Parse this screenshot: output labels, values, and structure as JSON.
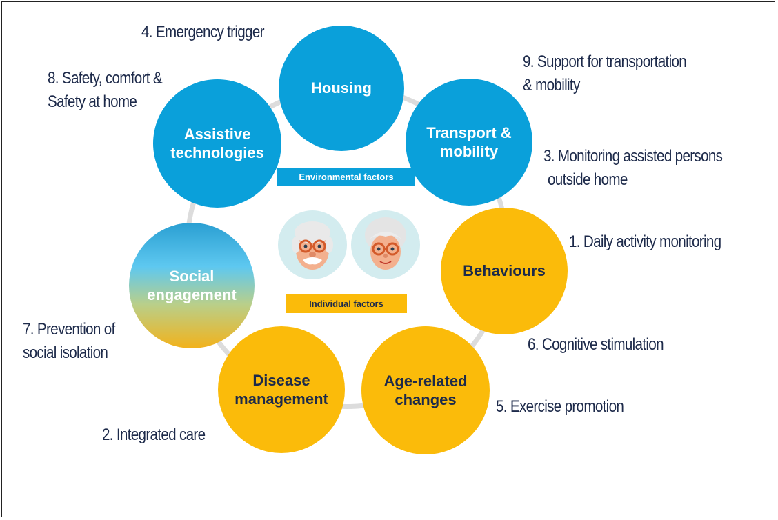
{
  "circles": {
    "housing": "Housing",
    "transport_line1": "Transport &",
    "transport_line2": "mobility",
    "assistive_line1": "Assistive",
    "assistive_line2": "technologies",
    "behaviours": "Behaviours",
    "age_line1": "Age-related",
    "age_line2": "changes",
    "disease_line1": "Disease",
    "disease_line2": "management",
    "social_line1": "Social",
    "social_line2": "engagement"
  },
  "banners": {
    "environmental": "Environmental factors",
    "individual": "Individual factors"
  },
  "annotations": {
    "emergency": "4. Emergency trigger",
    "support_line1": "9. Support for transportation",
    "support_line2": "& mobility",
    "safety_line1": "8. Safety, comfort &",
    "safety_line2": "Safety at home",
    "monitoring_line1": "3. Monitoring assisted persons",
    "monitoring_line2": "outside home",
    "daily": "1. Daily activity monitoring",
    "cognitive": "6. Cognitive stimulation",
    "exercise": "5. Exercise promotion",
    "integrated": "2. Integrated care",
    "prevention_line1": "7. Prevention of",
    "prevention_line2": "social isolation"
  },
  "colors": {
    "environmental": "#0aa0da",
    "individual": "#fbbb0a",
    "text_dark": "#1d2a4a",
    "ring": "#dcdcdc"
  },
  "icons": [
    "elderly-man-icon",
    "elderly-woman-icon"
  ]
}
